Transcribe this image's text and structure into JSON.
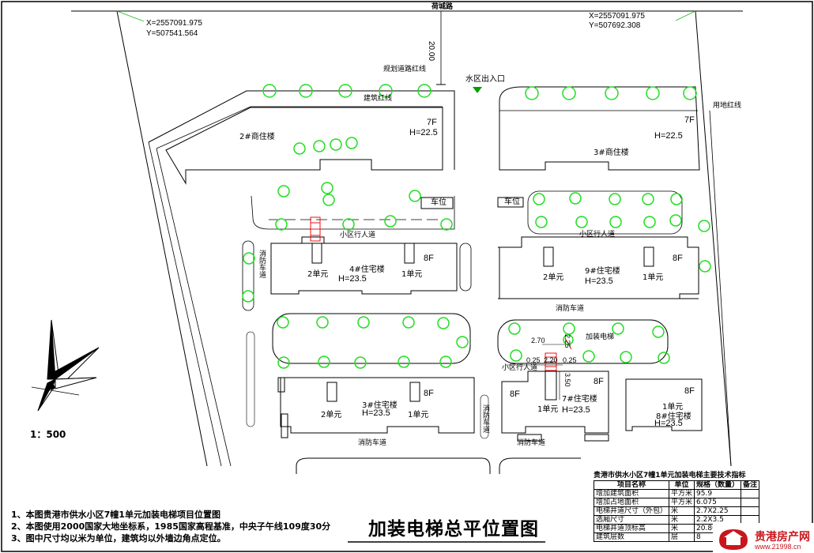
{
  "drawing": {
    "road_name": "荷城路",
    "road_width_dim": "20.00",
    "entrance": "水区出入口",
    "coord_left": {
      "x": "X=2557091.975",
      "y": "Y=507541.564"
    },
    "coord_right": {
      "x": "X=2557091.975",
      "y": "Y=507692.308"
    },
    "line_labels": {
      "road_red_line": "规划道路红线",
      "build_red_line_1": "建筑红线",
      "build_red_line_2": "用地红线"
    },
    "scale": "1：500",
    "buildings": {
      "b2": {
        "name": "2#商住楼",
        "floors": "7F",
        "height": "H=22.5"
      },
      "b3c": {
        "name": "3#商住楼",
        "floors": "7F",
        "height": "H=22.5"
      },
      "b4": {
        "name": "4#住宅楼",
        "floors": "8F",
        "height": "H=23.5",
        "unit_left": "2单元",
        "unit_right": "1单元"
      },
      "b9": {
        "name": "9#住宅楼",
        "floors": "8F",
        "height": "H=23.5",
        "unit_left": "2单元",
        "unit_right": "1单元"
      },
      "b3r": {
        "name": "3#住宅楼",
        "floors": "8F",
        "height": "H=23.5",
        "unit_left": "2单元",
        "unit_right": "1单元"
      },
      "b7": {
        "name": "7#住宅楼",
        "floors": "8F",
        "height": "H=23.5",
        "floors_left": "8F",
        "unit": "1单元"
      },
      "b8": {
        "name": "8#住宅楼",
        "floors": "8F",
        "height": "H=23.5",
        "unit": "1单元"
      }
    },
    "parking_left": "车位",
    "parking_right": "车位",
    "walk_1": "小区行人道",
    "walk_2": "小区行人道",
    "walk_3": "小区行人道",
    "fire_lane_1": "消防车道",
    "fire_lane_2": "消防车道",
    "fire_lane_3": "消防车道",
    "fire_lane_4": "消防车道",
    "fire_lane_5": "消防车道",
    "elevator_label": "加装电梯",
    "dims": {
      "d270": "2.70",
      "d225": "2.25",
      "d025a": "0.25",
      "d220": "2.20",
      "d025b": "0.25",
      "d350": "3.50"
    }
  },
  "notes": [
    "1、本图贵港市供水小区7幢1单元加装电梯项目位置图",
    "2、本图使用2000国家大地坐标系，1985国家高程基准，中央子午线109度30分",
    "3、图中尺寸均以米为单位，建筑均以外墙边角点定位。"
  ],
  "title": "加装电梯总平位置图",
  "spec_table": {
    "caption": "贵港市供水小区7幢1单元加装电梯主要技术指标",
    "headers": [
      "项目名称",
      "单位",
      "规格（数量）",
      "备注"
    ],
    "rows": [
      [
        "增加建筑面积",
        "平方米",
        "95.9",
        ""
      ],
      [
        "增加占地面积",
        "平方米",
        "6.075",
        ""
      ],
      [
        "电梯井道尺寸（外包）",
        "米",
        "2.7X2.25",
        ""
      ],
      [
        "选厢尺寸",
        "米",
        "2.2X3.5",
        ""
      ],
      [
        "电梯井道顶标高",
        "米",
        "20.80",
        ""
      ],
      [
        "建筑层数",
        "层",
        "8",
        ""
      ]
    ]
  },
  "brand": {
    "name": "贵港房产网",
    "url": "www.21998.cn"
  },
  "colors": {
    "tree": "#22dd22",
    "elevator": "#ee1111",
    "brand": "#c8161d",
    "line": "#000000"
  }
}
